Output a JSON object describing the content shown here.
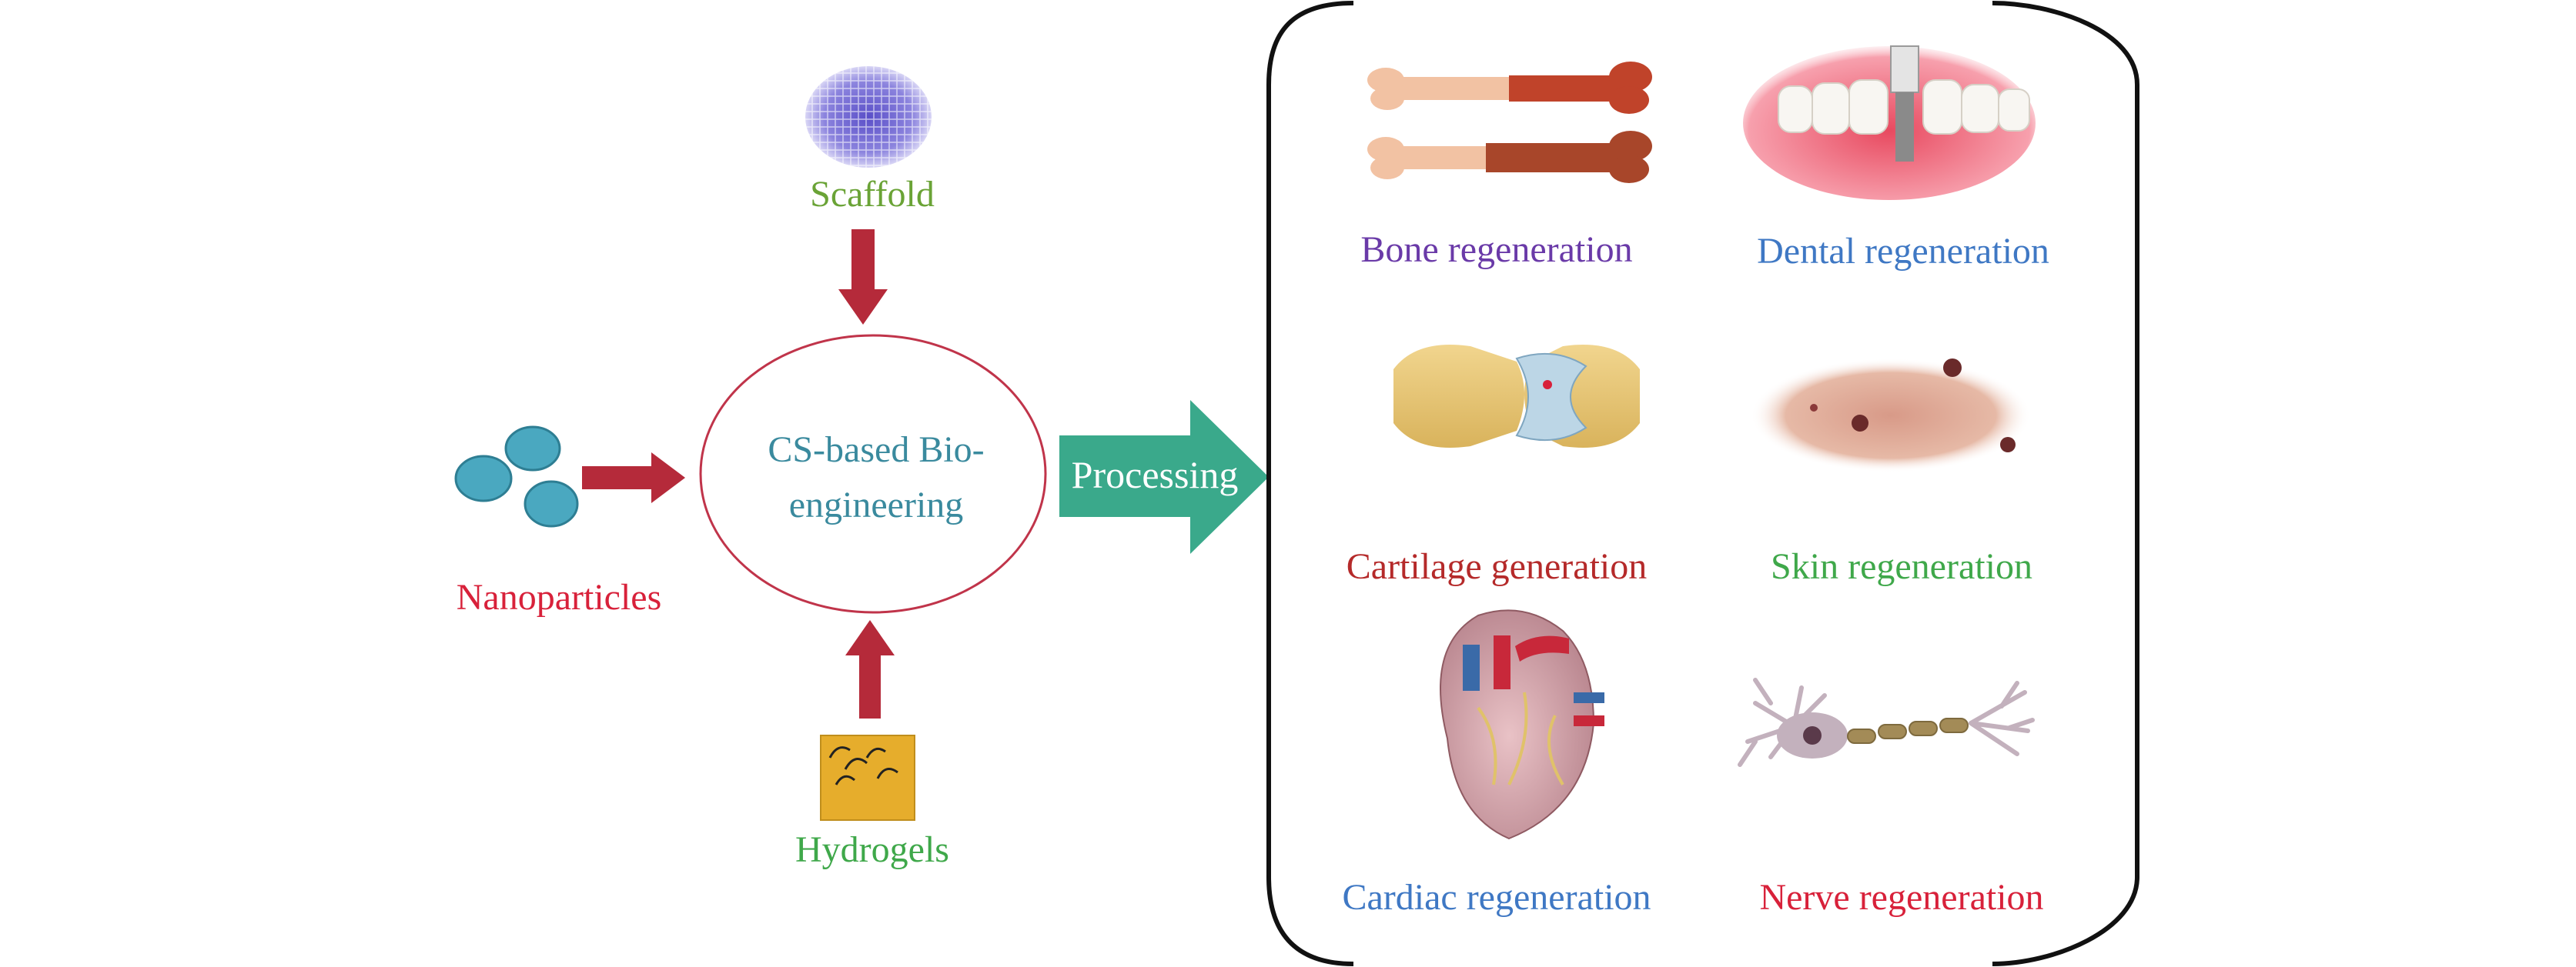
{
  "center": {
    "line1": "CS-based Bio-",
    "line2": "engineering"
  },
  "inputs": {
    "scaffold": "Scaffold",
    "nanoparticles": "Nanoparticles",
    "hydrogels": "Hydrogels"
  },
  "process_label": "Processing",
  "applications": {
    "bone": "Bone regeneration",
    "dental": "Dental regeneration",
    "cartilage": "Cartilage generation",
    "skin": "Skin regeneration",
    "cardiac": "Cardiac regeneration",
    "nerve": "Nerve regeneration"
  },
  "colors": {
    "arrow_red": "#b52a3a",
    "process_arrow": "#3aa98b",
    "ellipse_stroke": "#c0344a",
    "center_text": "#3a8a9e",
    "scaffold_text": "#6aa336",
    "hydrogels_text": "#3fa84a",
    "nanoparticles_text": "#d8213a",
    "bone_text": "#6a3aa8",
    "dental_text": "#3f78c4",
    "cartilage_text": "#b52a2a",
    "skin_text": "#3fa84a",
    "cardiac_text": "#3f78c4",
    "nerve_text": "#d8213a"
  }
}
